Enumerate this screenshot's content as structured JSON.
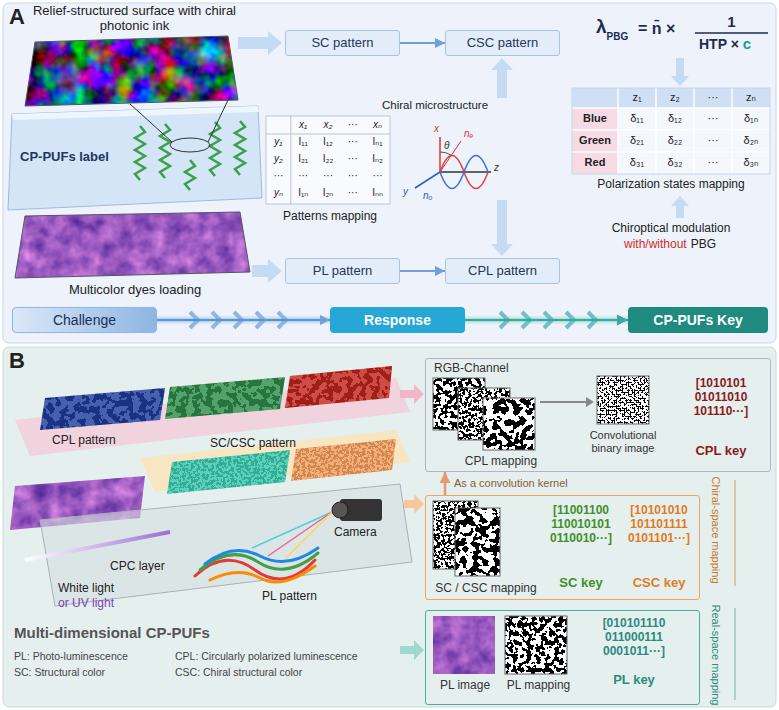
{
  "diagram": {
    "nodes": [
      {
        "text": [
          "A"
        ]
      },
      {
        "text": [
          "SC pattern"
        ],
        "in": 0
      },
      {
        "text": [
          "CSC pattern"
        ],
        "in": 0
      },
      {
        "text": [
          "PL pattern"
        ],
        "in": 0
      },
      {
        "text": [
          "CPL pattern"
        ],
        "in": 0
      },
      {
        "text": [
          "Challenge"
        ],
        "in": 0
      },
      {
        "text": [
          "Response"
        ],
        "in": 0
      },
      {
        "text": [
          "CP-PUFs Key"
        ],
        "in": 0
      },
      {
        "text": [
          "B"
        ]
      },
      {
        "text": [
          "RGB-Channel",
          "CPL mapping",
          "Convolutional binary image",
          "[1010101 01011010 101110···]",
          "CPL key"
        ],
        "in": 8
      },
      {
        "text": [
          "SC / CSC mapping",
          "[11001100 110010101 0110010···]",
          "SC key",
          "[10101010 101101111 0101101···]",
          "CSC key"
        ],
        "in": 8
      },
      {
        "text": [
          "PL image",
          "PL mapping",
          "[010101110 011000111 0001011···]",
          "PL key"
        ],
        "in": 8
      }
    ],
    "edges": [
      {
        "from": 1,
        "to": 2,
        "arrow": "to"
      },
      {
        "from": 3,
        "to": 4,
        "arrow": "to"
      },
      {
        "from": 5,
        "to": 6,
        "arrow": "to"
      },
      {
        "from": 6,
        "to": 7,
        "arrow": "to"
      },
      {
        "from": 10,
        "to": 9,
        "label": "As a convolution kernel",
        "arrow": "to"
      }
    ],
    "labels": [
      "Relief-structured surface with chiral photonic ink",
      "CP-PUFs label",
      "Multicolor dyes loading",
      "Patterns mapping",
      "x₁",
      "x₂",
      "···",
      "xₙ",
      "y₁",
      "I₁₁",
      "I₁₂",
      "···",
      "Iₙ₁",
      "y₂",
      "I₂₁",
      "I₂₂",
      "···",
      "Iₙ₂",
      "···",
      "···",
      "···",
      "···",
      "···",
      "yₙ",
      "I₁ₙ",
      "I₂ₙ",
      "···",
      "Iₙₙ",
      "Chiral microstructure",
      "x",
      "nₑ",
      "θ",
      "y",
      "nₒ",
      "z",
      "λ",
      "PBG",
      "= n̄ ×",
      "1",
      "HTP ×",
      "c",
      "z₁",
      "z₂",
      "···",
      "zₙ",
      "Blue",
      "δ₁₁",
      "δ₁₂",
      "···",
      "δ₁ₙ",
      "Green",
      "δ₂₁",
      "δ₂₂",
      "···",
      "δ₂ₙ",
      "Red",
      "δ₃₁",
      "δ₃₂",
      "···",
      "δ₃ₙ",
      "Polarization states mapping",
      "Chiroptical modulation",
      "with/without",
      "PBG",
      "CPL pattern",
      "SC/CSC pattern",
      "CPC layer",
      "Camera",
      "White light",
      "or UV light",
      "PL pattern",
      "Multi-dimensional CP-PUFs",
      "PL: Photo-luminescence",
      "CPL: Circularly polarized luminescence",
      "SC: Structural color",
      "CSC: Chiral structural color",
      "Chiral-space mapping",
      "Real-space mapping"
    ]
  }
}
